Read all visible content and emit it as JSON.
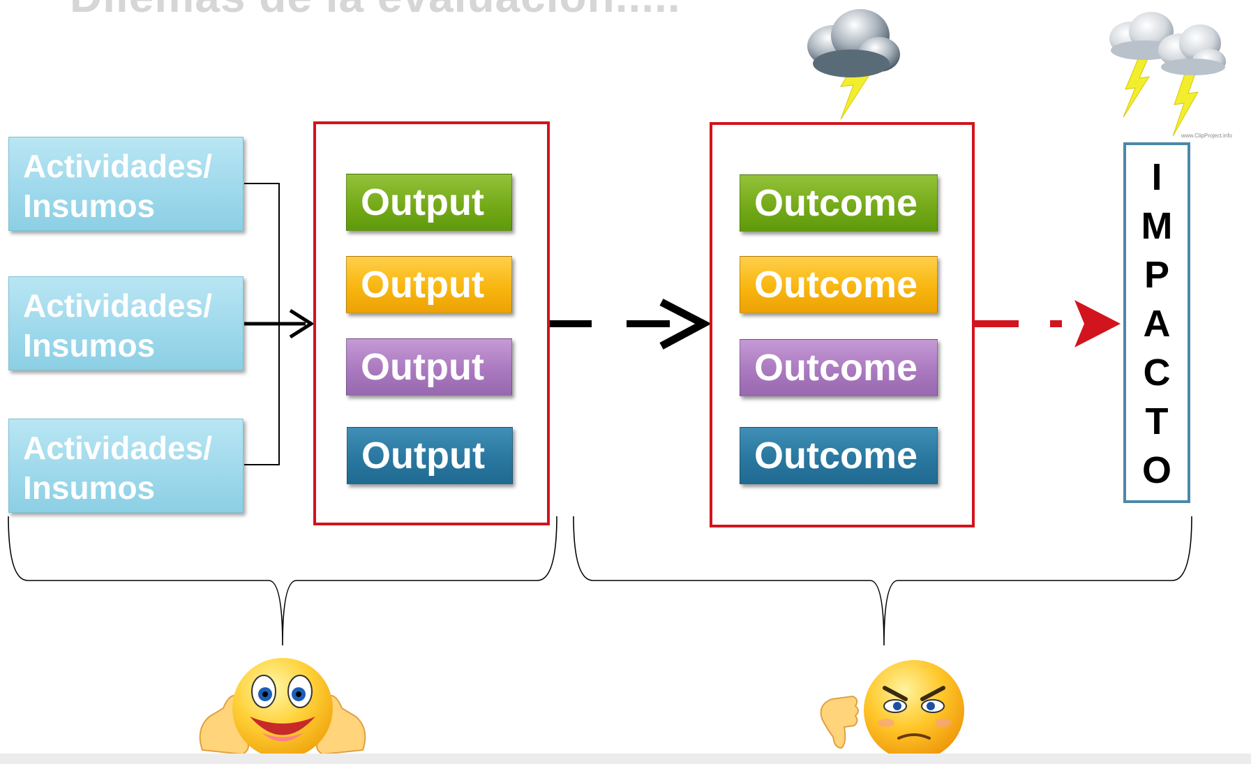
{
  "title": "Dilemas de la evaluación.....",
  "activities": [
    {
      "label": "Actividades/ Insumos"
    },
    {
      "label": "Actividades/ Insumos"
    },
    {
      "label": "Actividades/ Insumos"
    }
  ],
  "outputs": [
    {
      "label": "Output",
      "color": "green"
    },
    {
      "label": "Output",
      "color": "yellow"
    },
    {
      "label": "Output",
      "color": "purple"
    },
    {
      "label": "Output",
      "color": "blue"
    }
  ],
  "outcomes": [
    {
      "label": "Outcome",
      "color": "green"
    },
    {
      "label": "Outcome",
      "color": "yellow"
    },
    {
      "label": "Outcome",
      "color": "purple"
    },
    {
      "label": "Outcome",
      "color": "blue"
    }
  ],
  "impact": {
    "letters": [
      "I",
      "M",
      "P",
      "A",
      "C",
      "T",
      "O"
    ]
  },
  "storm_credit": "www.ClipProject.info",
  "colors": {
    "frame_red": "#d1141d",
    "impact_border": "#4b88a8",
    "activity_fill": "#9fd9ec",
    "output_green": "#75aa19",
    "output_yellow": "#f8b60f",
    "output_purple": "#aa79bf",
    "output_blue": "#2a77a0"
  },
  "icons": {
    "happy": "happy-thumbs-up-emoji-icon",
    "angry": "angry-thumbs-down-emoji-icon",
    "storm_small": "storm-cloud-icon",
    "storm_big": "double-storm-cloud-icon"
  }
}
